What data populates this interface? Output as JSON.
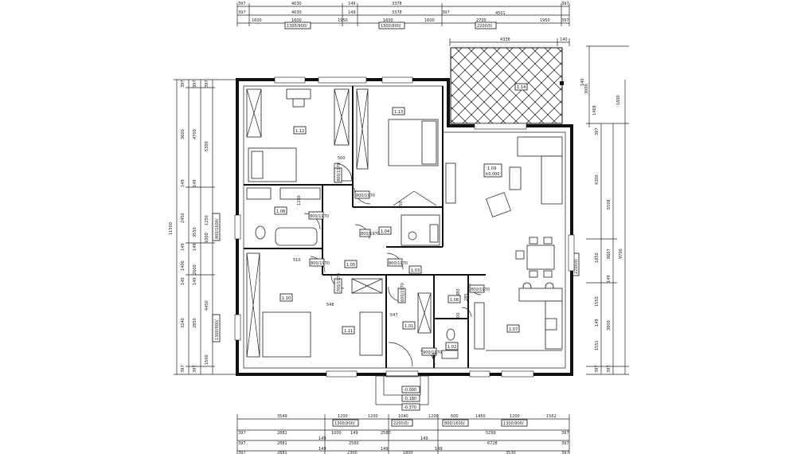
{
  "dimensions": {
    "top_row1": [
      "397",
      "4030",
      "149",
      "3378",
      "397"
    ],
    "top_row2": [
      "397",
      "4030",
      "149",
      "3378",
      "397"
    ],
    "top_row3": [
      "1600",
      "1600",
      "1950",
      "1600",
      "1600",
      "2700",
      "4501",
      "1950",
      "397"
    ],
    "top_openings": [
      "1300/900/",
      "1300/900/",
      "2200/0/"
    ],
    "top_terrace": [
      "4338",
      "140"
    ],
    "bottom_row1": [
      "3549",
      "1200",
      "1200",
      "1040",
      "1200",
      "600",
      "1450",
      "1200",
      "1562"
    ],
    "bottom_openings": [
      "1300/900/",
      "2200/0/",
      "800/1600/",
      "1300/900/"
    ],
    "bottom_row2": [
      "397",
      "2881",
      "1000",
      "149",
      "2580",
      "5299",
      "397"
    ],
    "bottom_row3": [
      "397",
      "2881",
      "149",
      "2560",
      "149",
      "6728",
      "397"
    ],
    "bottom_row4": [
      "397",
      "2881",
      "149",
      "2300",
      "149",
      "1800",
      "149",
      "3530",
      "397"
    ],
    "left_total": "11500",
    "left_col1": [
      "397",
      "3600",
      "149",
      "2450",
      "149",
      "1400",
      "149",
      "3240",
      "397"
    ],
    "left_col2": [
      "397",
      "4700",
      "149",
      "3550",
      "149",
      "2600",
      "149",
      "2850",
      "397"
    ],
    "left_col3": [
      "397",
      "5300",
      "1250",
      "1000",
      "4450",
      "1500"
    ],
    "left_openings": [
      "800/1600/",
      "1300/900/"
    ],
    "right_col1": [
      "397",
      "4300",
      "1850",
      "1550",
      "149",
      "1551",
      "397"
    ],
    "right_col2": [
      "3000",
      "1468",
      "140"
    ],
    "right_col3": [
      "5508",
      "8607",
      "9700",
      "149",
      "3800",
      "397"
    ],
    "right_col4": [
      "1800"
    ],
    "right_openings": [
      "2200/0/"
    ]
  },
  "rooms": [
    {
      "id": "1.01"
    },
    {
      "id": "1.02"
    },
    {
      "id": "1.03"
    },
    {
      "id": "1.04"
    },
    {
      "id": "1.05"
    },
    {
      "id": "1.06"
    },
    {
      "id": "1.07"
    },
    {
      "id": "1.08"
    },
    {
      "id": "1.09",
      "level": "±0.000"
    },
    {
      "id": "1.10"
    },
    {
      "id": "1.11"
    },
    {
      "id": "1.12"
    },
    {
      "id": "1.13"
    },
    {
      "id": "1.14"
    }
  ],
  "doors": [
    "800/1970",
    "800/1970",
    "800/1970",
    "800/1970",
    "800/1970",
    "800/1970",
    "700/1970",
    "600/1970",
    "900/1970",
    "800/1970"
  ],
  "door_dims": [
    "500",
    "1230",
    "510",
    "548",
    "547",
    "380",
    "400",
    "700",
    "285",
    "350"
  ],
  "levels": [
    "-0.000",
    "-0.180",
    "-0.370"
  ],
  "colors": {
    "line": "#111111",
    "paper": "#ffffff"
  }
}
